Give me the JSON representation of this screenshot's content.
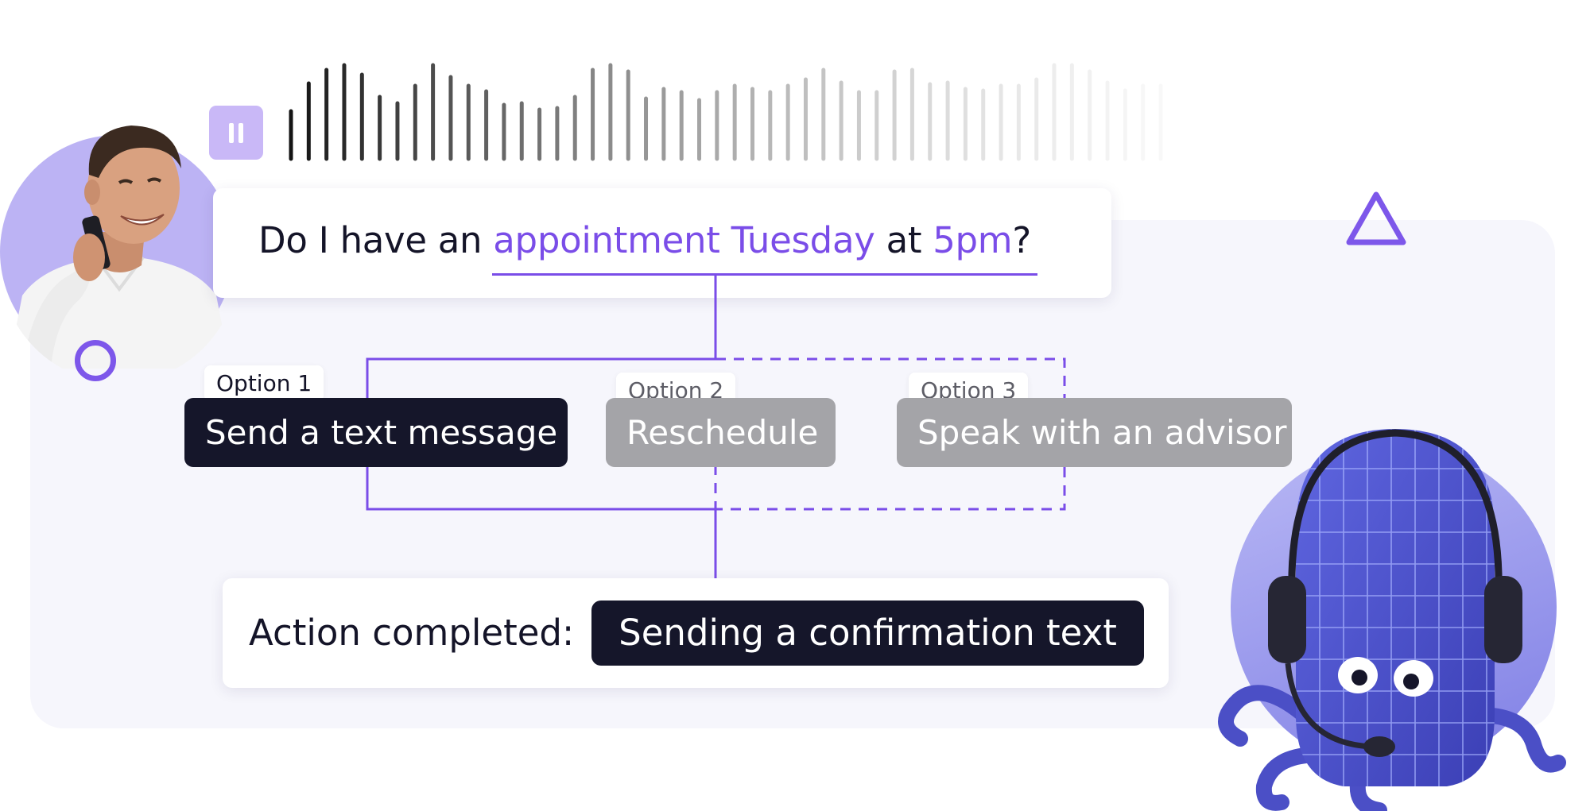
{
  "colors": {
    "accent": "#7a4de8",
    "dark": "#15162a",
    "muted": "#a4a4a8",
    "panel": "#f6f6fc"
  },
  "audio": {
    "pause_icon": "pause-icon",
    "waveform_icon": "audio-waveform"
  },
  "question": {
    "part1": "Do I have an ",
    "highlight1": "appointment Tuesday",
    "part2": " at ",
    "highlight2": "5pm",
    "part3": "?"
  },
  "options": [
    {
      "tag": "Option 1",
      "label": "Send a text message",
      "state": "selected"
    },
    {
      "tag": "Option 2",
      "label": "Reschedule",
      "state": "unselected"
    },
    {
      "tag": "Option 3",
      "label": "Speak with an advisor",
      "state": "unselected"
    }
  ],
  "action": {
    "label": "Action completed:",
    "value": "Sending a confirmation text"
  },
  "decorations": {
    "caller_avatar": "caller-avatar",
    "bot_mascot": "octopus-bot-mascot"
  }
}
